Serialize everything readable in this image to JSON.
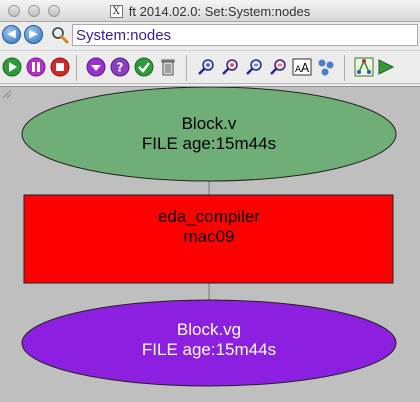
{
  "window": {
    "title": "ft 2014.02.0: Set:System:nodes",
    "app_glyph": "X"
  },
  "pathbar": {
    "value": "System:nodes"
  },
  "colors": {
    "node_green": "#6fae76",
    "node_red": "#ff0000",
    "node_purple": "#8c1fe0",
    "canvas_bg": "#bfbfbf",
    "path_text": "#3a1a9a"
  },
  "toolbar": {
    "icons": [
      "play-icon",
      "pause-icon",
      "stop-icon",
      "down-arrow-icon",
      "help-icon",
      "check-icon",
      "trash-icon",
      "zoom-in-icon",
      "zoom-in-alt-icon",
      "zoom-out-icon",
      "zoom-out-alt-icon",
      "font-size-icon",
      "cluster-icon",
      "tree-layout-icon",
      "expand-arrow-icon"
    ]
  },
  "graph": {
    "nodes": [
      {
        "name": "Block.v",
        "status": "FILE age:15m44s",
        "shape": "ellipse"
      },
      {
        "name": "eda_compiler",
        "status": "mac09",
        "shape": "box"
      },
      {
        "name": "Block.vg",
        "status": "FILE age:15m44s",
        "shape": "ellipse"
      }
    ]
  }
}
